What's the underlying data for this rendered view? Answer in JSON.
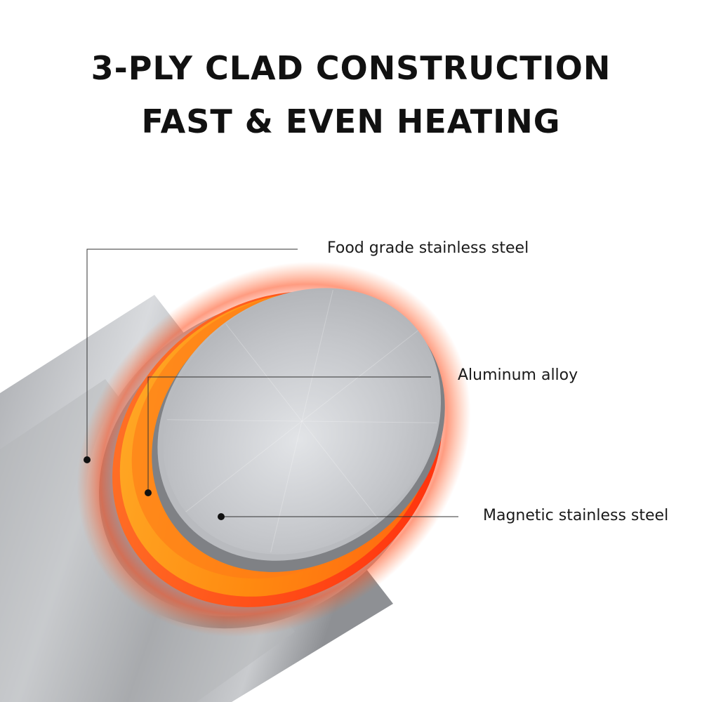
{
  "headline": {
    "line1": "3-PLY CLAD CONSTRUCTION",
    "line2": "FAST & EVEN HEATING"
  },
  "callouts": [
    {
      "label": "Food grade stainless steel"
    },
    {
      "label": "Aluminum alloy"
    },
    {
      "label": "Magnetic stainless steel"
    }
  ],
  "colors": {
    "heat_orange": "#ff9a1a",
    "heat_red": "#ff3b14",
    "steel": "#c4c6ca",
    "text": "#111111"
  }
}
